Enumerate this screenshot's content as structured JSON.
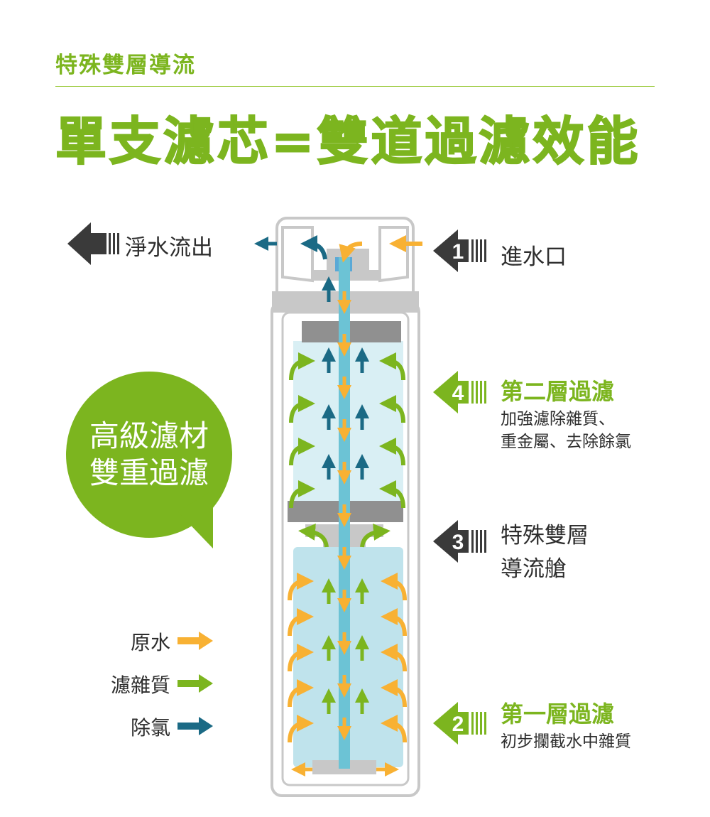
{
  "header": {
    "subtitle": "特殊雙層導流",
    "title": "單支濾芯=雙道過濾效能"
  },
  "labels": {
    "outlet": "淨水流出",
    "inlet": {
      "number": "1",
      "text": "進水口"
    },
    "stage2": {
      "number": "4",
      "title": "第二層過濾",
      "line1": "加強濾除雜質、",
      "line2": "重金屬、去除餘氯"
    },
    "chamber": {
      "number": "3",
      "line1": "特殊雙層",
      "line2": "導流艙"
    },
    "stage1": {
      "number": "2",
      "title": "第一層過濾",
      "line1": "初步攔截水中雜質"
    }
  },
  "bubble": {
    "line1": "高級濾材",
    "line2": "雙重過濾"
  },
  "legend": [
    {
      "label": "原水",
      "color": "#f8b133"
    },
    {
      "label": "濾雜質",
      "color": "#7cb51f"
    },
    {
      "label": "除氯",
      "color": "#1b6a85"
    }
  ],
  "colors": {
    "green": "#7cb51f",
    "dark": "#3a3a3a",
    "orange": "#f8b133",
    "teal": "#1b6a85",
    "tube": "#6cc3d5"
  }
}
